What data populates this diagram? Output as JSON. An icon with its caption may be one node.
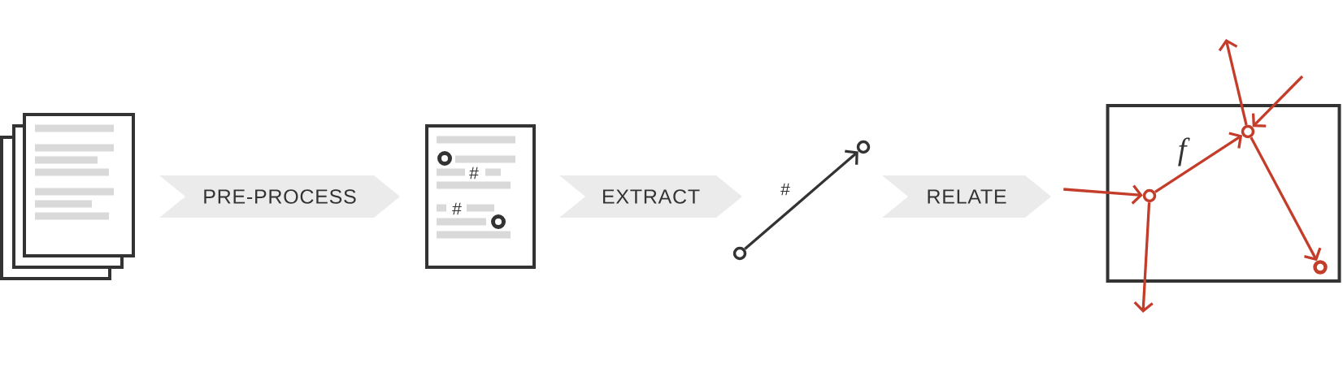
{
  "diagram": {
    "nodes": [
      {
        "text": [],
        "shape": "picture"
      },
      {
        "text": [
          "PRE-PROCESS"
        ]
      },
      {
        "text": [
          "#",
          "#"
        ]
      },
      {
        "text": [
          "EXTRACT"
        ]
      },
      {
        "text": [],
        "shape": "circle"
      },
      {
        "text": [],
        "shape": "circle"
      },
      {
        "text": [
          "RELATE"
        ]
      },
      {
        "text": [],
        "shape": "box"
      },
      {
        "text": [],
        "shape": "circle",
        "in": 7
      },
      {
        "text": [],
        "shape": "circle",
        "in": 7
      },
      {
        "text": [],
        "shape": "circle",
        "in": 7
      }
    ],
    "edges": [
      {
        "from": 4,
        "to": 5,
        "arrow": "to",
        "label": "#",
        "color": "#333333"
      },
      {
        "from": 6,
        "to": 8,
        "arrow": "to"
      },
      {
        "from": 8,
        "to": null,
        "arrow": "to"
      },
      {
        "from": 8,
        "to": 9,
        "arrow": "to",
        "label": "f"
      },
      {
        "from": 9,
        "to": null,
        "arrow": "to"
      },
      {
        "from": null,
        "to": 9,
        "arrow": "to"
      },
      {
        "from": 9,
        "to": 10,
        "arrow": "to"
      }
    ]
  }
}
